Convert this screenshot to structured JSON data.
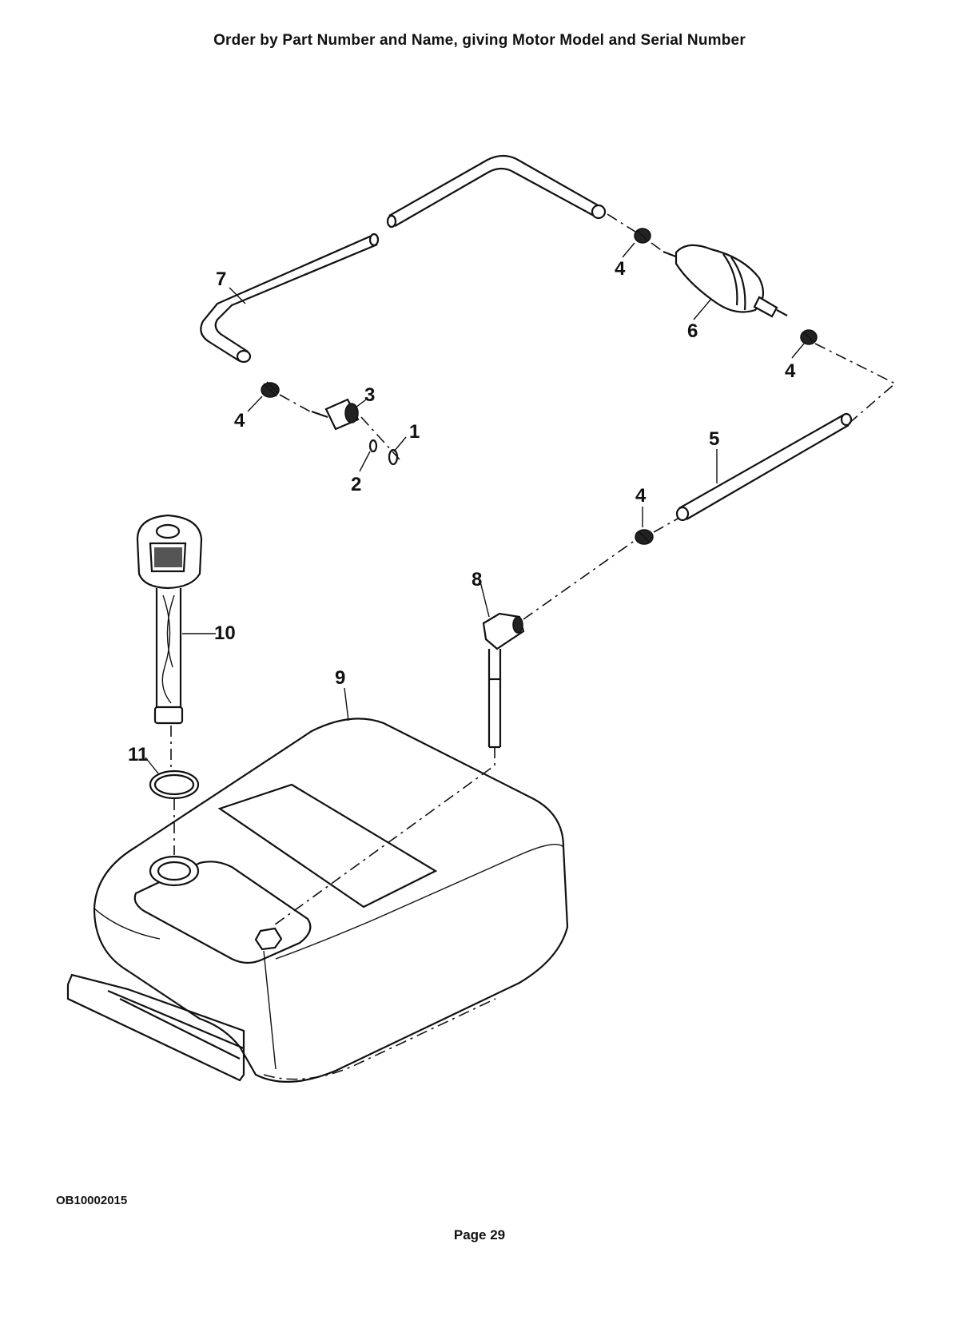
{
  "header": {
    "instruction": "Order by Part Number and Name, giving Motor Model and Serial Number"
  },
  "footer": {
    "code": "OB10002015",
    "page": "Page 29"
  },
  "callouts": {
    "c1": "1",
    "c2": "2",
    "c3": "3",
    "c4a": "4",
    "c4b": "4",
    "c4c": "4",
    "c4d": "4",
    "c5": "5",
    "c6": "6",
    "c7": "7",
    "c8": "8",
    "c9": "9",
    "c10": "10",
    "c11": "11"
  }
}
